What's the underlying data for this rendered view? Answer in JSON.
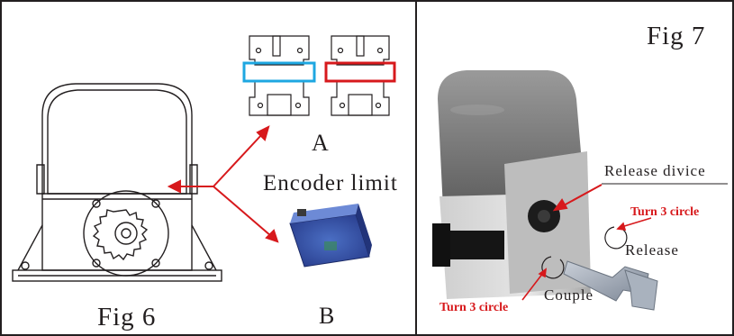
{
  "figures": {
    "fig6": {
      "caption": "Fig 6",
      "option_a": "A",
      "option_b": "B",
      "encoder_label": "Encoder limit"
    },
    "fig7": {
      "caption": "Fig 7",
      "release_device_label": "Release divice",
      "turn_top": "Turn 3 circle",
      "release_label": "Release",
      "turn_bottom": "Turn 3 circle",
      "couple_label": "Couple"
    }
  },
  "colors": {
    "line": "#231f20",
    "accent_red": "#d7191c",
    "accent_blue": "#1ea7e1",
    "label_red": "#d7191c"
  }
}
